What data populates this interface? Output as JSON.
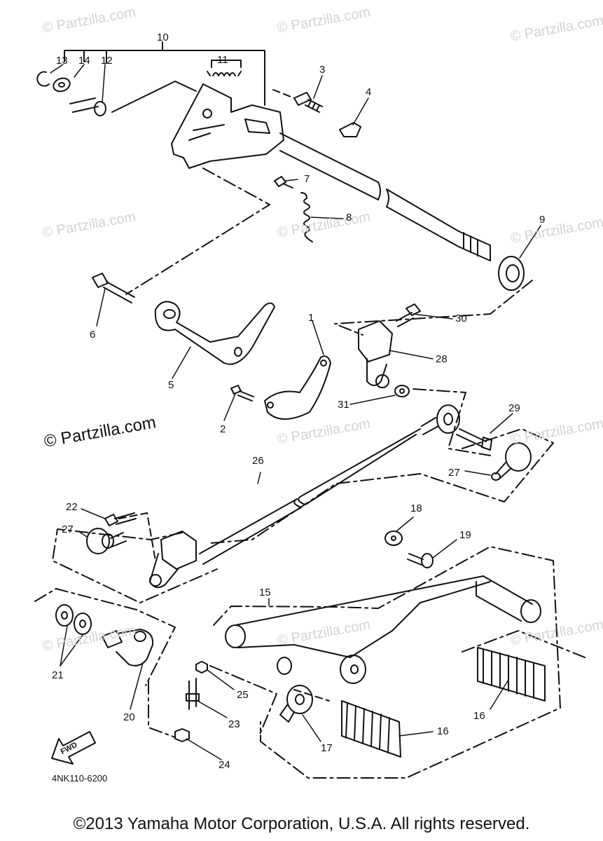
{
  "watermarks": [
    {
      "text": "© Partzilla.com"
    },
    {
      "text": "© Partzilla.com"
    },
    {
      "text": "© Partzilla.com"
    },
    {
      "text": "© Partzilla.com"
    },
    {
      "text": "© Partzilla.com"
    },
    {
      "text": "© Partzilla.com"
    },
    {
      "text": "© Partzilla.com"
    },
    {
      "text": "© Partzilla.com"
    },
    {
      "text": "© Partzilla.com"
    },
    {
      "text": "© Partzilla.com"
    },
    {
      "text": "© Partzilla.com"
    }
  ],
  "watermark_main": "© Partzilla.com",
  "callouts": [
    "10",
    "11",
    "12",
    "13",
    "14",
    "3",
    "4",
    "7",
    "8",
    "9",
    "6",
    "5",
    "1",
    "2",
    "30",
    "28",
    "31",
    "29",
    "27",
    "26",
    "22",
    "27",
    "18",
    "19",
    "15",
    "21",
    "20",
    "25",
    "23",
    "24",
    "17",
    "16",
    "16"
  ],
  "fwd_label": "FWD",
  "part_code": "4NK110-6200",
  "footer": "©2013 Yamaha Motor Corporation, U.S.A. All rights reserved."
}
